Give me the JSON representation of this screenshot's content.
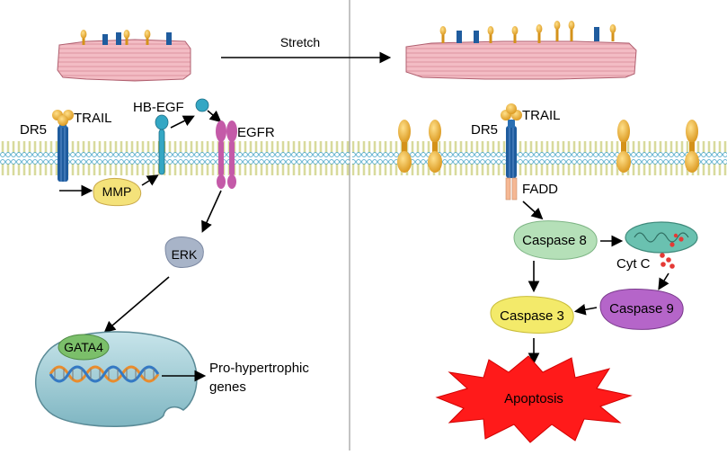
{
  "left": {
    "labels": {
      "dr5": "DR5",
      "trail": "TRAIL",
      "hb_egf": "HB-EGF",
      "egfr": "EGFR",
      "mmp": "MMP",
      "erk": "ERK",
      "gata4": "GATA4",
      "genes_line1": "Pro-hypertrophic",
      "genes_line2": "genes"
    }
  },
  "stretch": {
    "label": "Stretch"
  },
  "right": {
    "labels": {
      "dr5": "DR5",
      "trail": "TRAIL",
      "fadd": "FADD",
      "caspase8": "Caspase 8",
      "cytc": "Cyt C",
      "caspase9": "Caspase 9",
      "caspase3": "Caspase 3",
      "apoptosis": "Apoptosis"
    }
  },
  "colors": {
    "membrane_lipid": "#4aa6c9",
    "dr5_blue": "#1f5c9e",
    "trail_orange": "#f0b323",
    "hbegf_teal": "#34a7c4",
    "egfr_pink": "#c45aa8",
    "mmp_yellow": "#f4e27a",
    "erk_gray": "#a8b4c8",
    "gata4_green": "#7bbf6a",
    "nucleus_fill": "#9cc9d3",
    "caspase8_green": "#b5e0b8",
    "caspase9_purple": "#b565c9",
    "caspase3_yellow": "#f3ea6a",
    "apoptosis_red": "#ff1a1a",
    "mito_teal": "#6ac1b0",
    "cytc_red": "#e53935",
    "fadd_peach": "#f5b894",
    "muscle_pink": "#f3bcc4"
  }
}
